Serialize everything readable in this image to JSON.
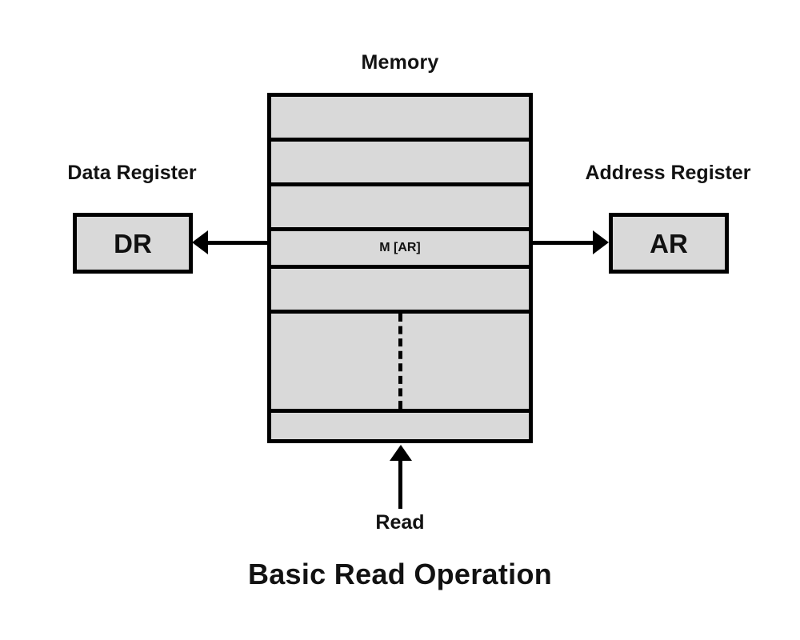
{
  "diagram": {
    "title": "Basic Read Operation",
    "memory": {
      "label": "Memory",
      "fill_color": "#d9d9d9",
      "border_color": "#000000",
      "rows": [
        {
          "label": "",
          "height": 56,
          "dashed_divider": false
        },
        {
          "label": "",
          "height": 56,
          "dashed_divider": false
        },
        {
          "label": "",
          "height": 56,
          "dashed_divider": false
        },
        {
          "label": "M [AR]",
          "height": 47,
          "dashed_divider": false
        },
        {
          "label": "",
          "height": 56,
          "dashed_divider": false
        },
        {
          "label": "",
          "height": 124,
          "dashed_divider": true
        },
        {
          "label": "",
          "height": 38,
          "dashed_divider": false
        }
      ]
    },
    "registers": [
      {
        "name": "data-register",
        "caption": "Data Register",
        "value": "DR",
        "side": "left"
      },
      {
        "name": "address-register",
        "caption": "Address Register",
        "value": "AR",
        "side": "right"
      }
    ],
    "arrows": [
      {
        "name": "memory-to-dr",
        "direction": "left",
        "from": "memory",
        "to": "DR"
      },
      {
        "name": "memory-to-ar",
        "direction": "right",
        "from": "memory",
        "to": "AR"
      },
      {
        "name": "read-control",
        "direction": "up",
        "from": "Read",
        "to": "memory"
      }
    ],
    "control_signal": {
      "label": "Read"
    }
  }
}
